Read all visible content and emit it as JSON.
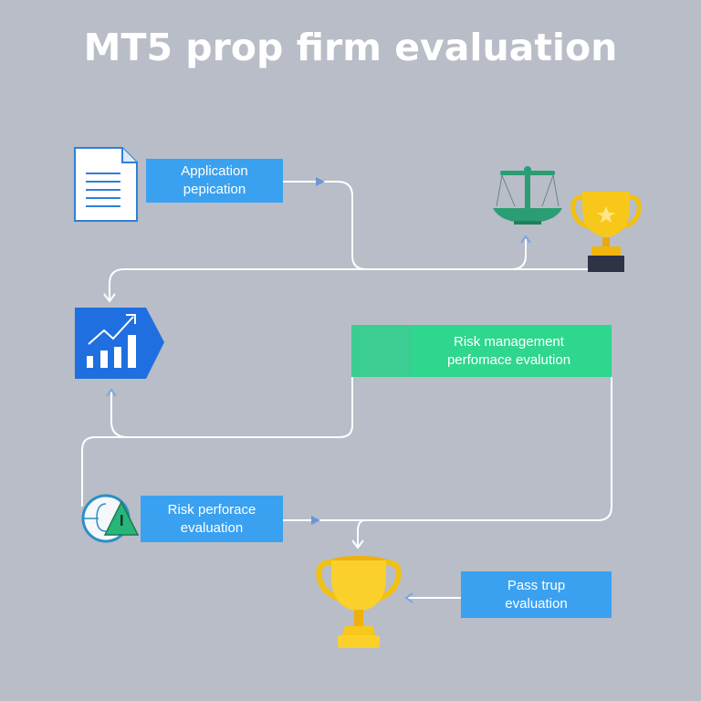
{
  "title": "MT5 prop firm evaluation",
  "nodes": {
    "application": {
      "line1": "Application",
      "line2": "pepication"
    },
    "risk_management": {
      "line1": "Risk management",
      "line2": "perfomace evalution"
    },
    "risk_performance": {
      "line1": "Risk perforace",
      "line2": "evaluation"
    },
    "pass": {
      "line1": "Pass trup",
      "line2": "evaluation"
    }
  },
  "colors": {
    "background": "#b8bdc7",
    "blue": "#3aa1f0",
    "green": "#2fd68e",
    "gold": "#f7c81a",
    "teal": "#2a9d74"
  }
}
